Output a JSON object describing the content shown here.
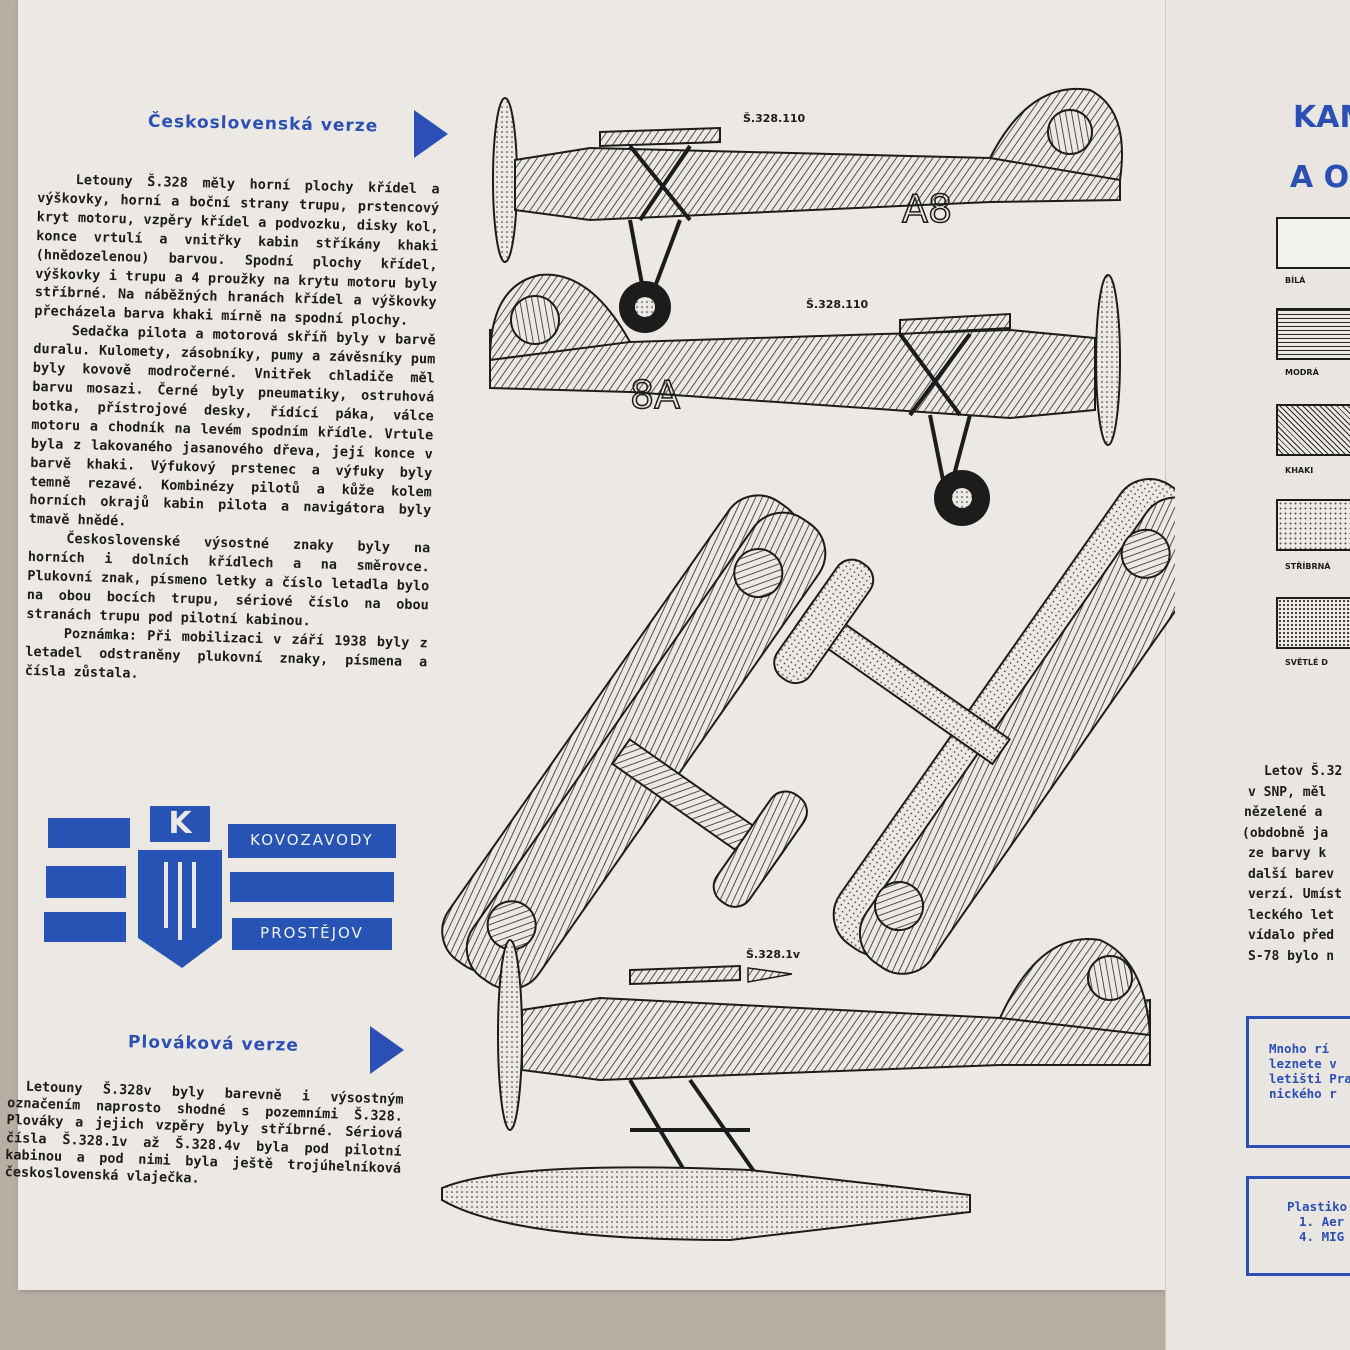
{
  "left_page": {
    "section1_heading": "Československá verze",
    "section1_paragraphs": [
      "Letouny Š.328 měly horní plochy křídel a výškovky, horní a boční strany trupu, prstencový kryt motoru, vzpěry křídel a podvozku, disky kol, konce vrtulí a vnitřky kabin stříkány khaki (hnědozelenou) barvou. Spodní plochy křídel, výškovky i trupu a 4 proužky na krytu motoru byly stříbrné. Na náběžných hranách křídel a výškovky přecházela barva khaki mírně na spodní plochy.",
      "Sedačka pilota a motorová skříň byly v barvě duralu. Kulomety, zásobníky, pumy a závěsníky pum byly kovově modročerné. Vnitřek chladiče měl barvu mosazi. Černé byly pneumatiky, ostruhová botka, přístrojové desky, řídící páka, válce motoru a chodník na levém spodním křídle. Vrtule byla z lakovaného jasanového dřeva, její konce v barvě khaki. Výfukový prstenec a výfuky byly temně rezavé. Kombinézy pilotů a kůže kolem horních okrajů kabin pilota a navigátora byly tmavě hnědé.",
      "Československé výsostné znaky byly na horních i dolních křídlech a na směrovce. Plukovní znak, písmeno letky a číslo letadla bylo na obou bocích trupu, sériové číslo na obou stranách trupu pod pilotní kabinou.",
      "Poznámka: Při mobilizaci v září 1938 byly z letadel odstraněny plukovní znaky, písmena a čísla zůstala."
    ],
    "logo": {
      "letter": "K",
      "top_label": "KOVOZAVODY",
      "bottom_label": "PROSTĚJOV"
    },
    "section2_heading": "Plováková verze",
    "section2_paragraph": "Letouny Š.328v byly barevně i výsostným označením naprosto shodné s pozemními Š.328. Plováky a jejich vzpěry byly stříbrné. Sériová čísla Š.328.1v až Š.328.4v byla pod pilotní kabinou a pod nimi byla ještě trojúhelníková československá vlaječka."
  },
  "drawings": {
    "serial_top": "Š.328.110",
    "serial_mid": "Š.328.110",
    "serial_float": "Š.328.1v",
    "code_left": "A8",
    "code_right": "8A"
  },
  "right_page": {
    "title_line1": "KAM",
    "title_line2": "A O",
    "swatches": [
      "BÍLÁ",
      "MODRÁ",
      "KHAKI",
      "STŘÍBRNÁ",
      "SVĚTLÉ D"
    ],
    "text_lines": [
      "Letov Š.32",
      "v SNP, měl",
      "nězelené a",
      "(obdobně ja",
      "ze barvy k",
      "další barev",
      "verzí. Umíst",
      "leckého let",
      "vídalo před",
      "S-78 bylo n"
    ],
    "box1_lines": [
      "Mnoho rí",
      "leznete v",
      "letišti Pra",
      "nického r"
    ],
    "box2_lines": [
      "Plastiko",
      "1. Aer",
      "4. MIG"
    ]
  },
  "colors": {
    "blue": "#2b4fb4",
    "logo_blue": "#2753b5",
    "paper": "#ece8e3",
    "ink": "#1c1c1c"
  }
}
